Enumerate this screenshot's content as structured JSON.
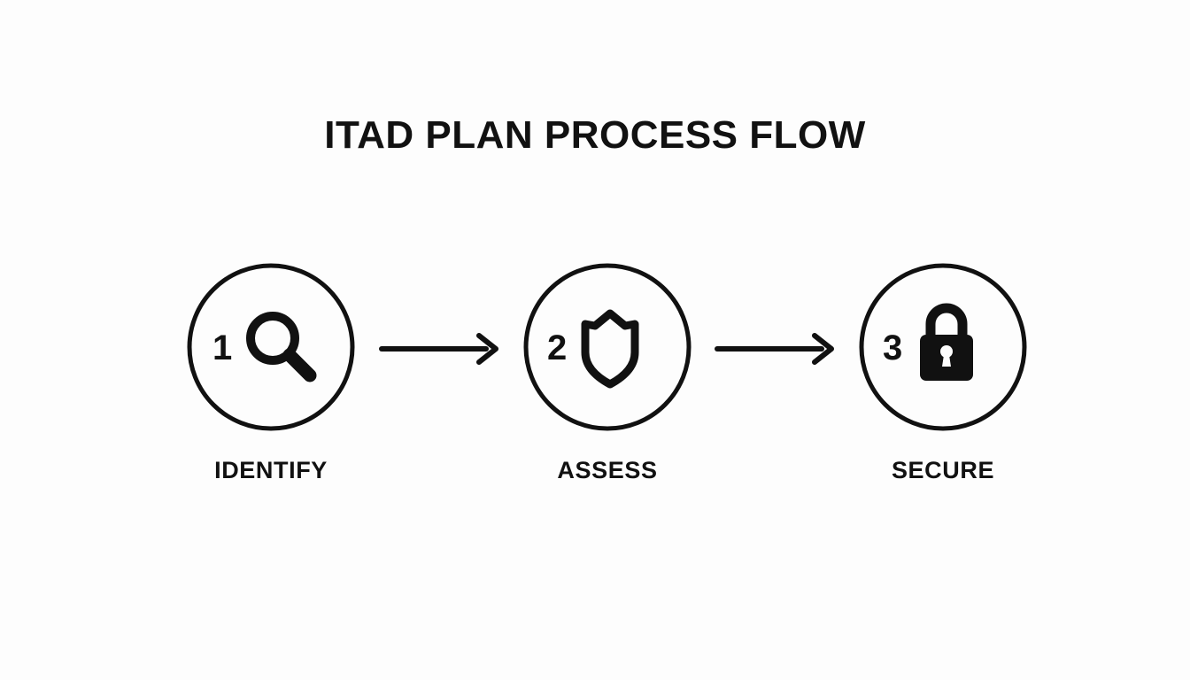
{
  "diagram": {
    "title": "ITAD PLAN PROCESS FLOW",
    "background_color": "#fdfdfd",
    "stroke_color": "#111111",
    "steps": [
      {
        "number": "1",
        "label": "IDENTIFY",
        "icon": "magnifying-glass-icon"
      },
      {
        "number": "2",
        "label": "ASSESS",
        "icon": "shield-icon"
      },
      {
        "number": "3",
        "label": "SECURE",
        "icon": "padlock-icon"
      }
    ],
    "connectors": [
      {
        "name": "arrow-step-1-to-2",
        "direction": "right"
      },
      {
        "name": "arrow-step-2-to-3",
        "direction": "right"
      }
    ]
  }
}
